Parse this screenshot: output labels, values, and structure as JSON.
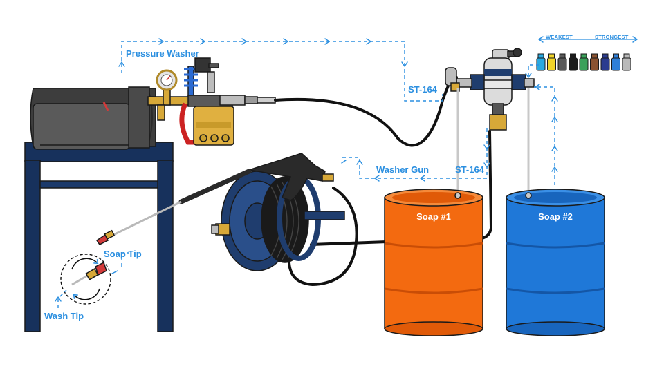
{
  "labels": {
    "pressure_washer": "Pressure Washer",
    "st164_top": "ST-164",
    "st164_bottom": "ST-164",
    "washer_gun": "Washer Gun",
    "soap_tip": "Soap Tip",
    "wash_tip": "Wash Tip",
    "soap1": "Soap #1",
    "soap2": "Soap #2"
  },
  "nozzle_scale": {
    "weakest": "WEAKEST",
    "strongest": "STRONGEST",
    "colors": [
      "#2aa9e0",
      "#f2d52a",
      "#5a5a5a",
      "#1b1b1b",
      "#3aa15a",
      "#8a5230",
      "#2a3b8f",
      "#2f7fd8",
      "#b9b9b9"
    ]
  },
  "colors": {
    "flow": "#2b8fe0",
    "stand": "#17315c",
    "soap1_drum": "#f36a10",
    "soap2_drum": "#1f78d8",
    "reel": "#1f3d6e"
  }
}
